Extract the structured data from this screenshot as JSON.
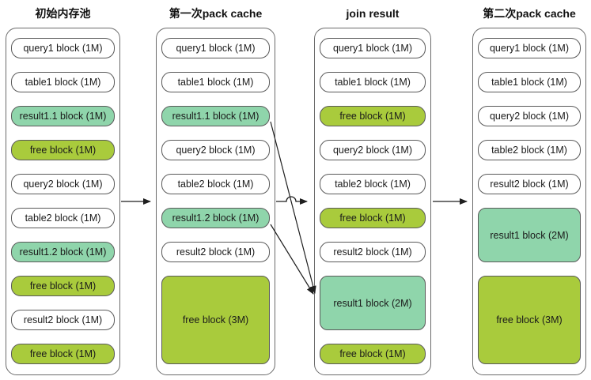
{
  "diagram": {
    "columns": [
      {
        "title": "初始内存池",
        "blocks": [
          {
            "label": "query1 block (1M)",
            "type": "plain",
            "units": 1
          },
          {
            "label": "table1 block (1M)",
            "type": "plain",
            "units": 1
          },
          {
            "label": "result1.1 block (1M)",
            "type": "result",
            "units": 1
          },
          {
            "label": "free block (1M)",
            "type": "free",
            "units": 1
          },
          {
            "label": "query2 block (1M)",
            "type": "plain",
            "units": 1
          },
          {
            "label": "table2 block (1M)",
            "type": "plain",
            "units": 1
          },
          {
            "label": "result1.2 block (1M)",
            "type": "result",
            "units": 1
          },
          {
            "label": "free block (1M)",
            "type": "free",
            "units": 1
          },
          {
            "label": "result2 block (1M)",
            "type": "plain",
            "units": 1
          },
          {
            "label": "free block (1M)",
            "type": "free",
            "units": 1
          }
        ]
      },
      {
        "title": "第一次pack cache",
        "blocks": [
          {
            "label": "query1 block (1M)",
            "type": "plain",
            "units": 1
          },
          {
            "label": "table1 block (1M)",
            "type": "plain",
            "units": 1
          },
          {
            "label": "result1.1 block (1M)",
            "type": "result",
            "units": 1
          },
          {
            "label": "query2 block (1M)",
            "type": "plain",
            "units": 1
          },
          {
            "label": "table2 block (1M)",
            "type": "plain",
            "units": 1
          },
          {
            "label": "result1.2 block (1M)",
            "type": "result",
            "units": 1
          },
          {
            "label": "result2 block (1M)",
            "type": "plain",
            "units": 1
          },
          {
            "label": "free block (3M)",
            "type": "free",
            "units": 3
          }
        ]
      },
      {
        "title": "join result",
        "blocks": [
          {
            "label": "query1 block (1M)",
            "type": "plain",
            "units": 1
          },
          {
            "label": "table1 block (1M)",
            "type": "plain",
            "units": 1
          },
          {
            "label": "free block (1M)",
            "type": "free",
            "units": 1
          },
          {
            "label": "query2 block (1M)",
            "type": "plain",
            "units": 1
          },
          {
            "label": "table2 block (1M)",
            "type": "plain",
            "units": 1
          },
          {
            "label": "free block (1M)",
            "type": "free",
            "units": 1
          },
          {
            "label": "result2 block (1M)",
            "type": "plain",
            "units": 1
          },
          {
            "label": "result1 block (2M)",
            "type": "result",
            "units": 2
          },
          {
            "label": "free block (1M)",
            "type": "free",
            "units": 1
          }
        ]
      },
      {
        "title": "第二次pack cache",
        "blocks": [
          {
            "label": "query1 block (1M)",
            "type": "plain",
            "units": 1
          },
          {
            "label": "table1 block (1M)",
            "type": "plain",
            "units": 1
          },
          {
            "label": "query2 block (1M)",
            "type": "plain",
            "units": 1
          },
          {
            "label": "table2 block (1M)",
            "type": "plain",
            "units": 1
          },
          {
            "label": "result2 block (1M)",
            "type": "plain",
            "units": 1
          },
          {
            "label": "result1 block (2M)",
            "type": "result",
            "units": 2
          },
          {
            "label": "free block (3M)",
            "type": "free",
            "units": 3
          }
        ]
      }
    ],
    "arrows": [
      {
        "name": "pool-to-pack1",
        "from": "初始内存池",
        "to": "第一次pack cache",
        "style": "horizontal"
      },
      {
        "name": "pack1-to-join",
        "from": "第一次pack cache",
        "to": "join result",
        "style": "horizontal-with-hop"
      },
      {
        "name": "join-to-pack2",
        "from": "join result",
        "to": "第二次pack cache",
        "style": "horizontal"
      },
      {
        "name": "result11-merge",
        "from": "result1.1 block (1M)",
        "to": "result1 block (2M)",
        "style": "diagonal"
      },
      {
        "name": "result12-merge",
        "from": "result1.2 block (1M)",
        "to": "result1 block (2M)",
        "style": "diagonal"
      }
    ],
    "colors": {
      "plain": "#FFFFFF",
      "result": "#8FD5AB",
      "free": "#A9CB3C",
      "border": "#595959",
      "line": "#1F1F1F",
      "text": "#1A1A1A"
    }
  }
}
